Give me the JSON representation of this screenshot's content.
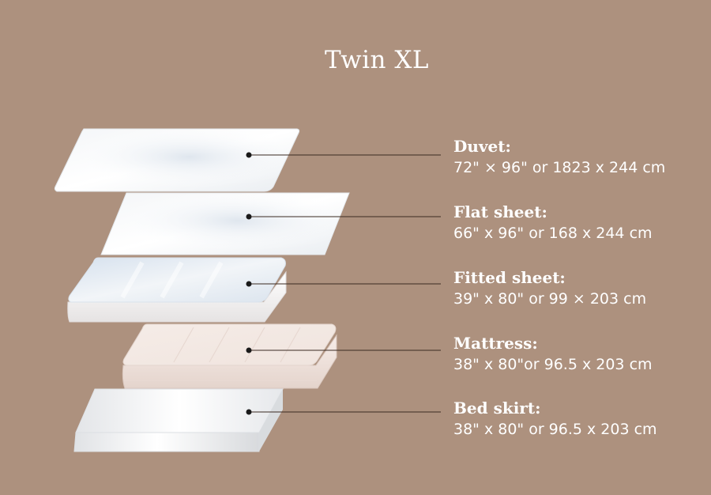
{
  "title": "Twin XL",
  "layers": [
    {
      "name": "Duvet:",
      "dimensions": "72\" × 96\" or 1823 x 244 cm"
    },
    {
      "name": "Flat sheet:",
      "dimensions": "66\" x 96\" or 168 x 244 cm"
    },
    {
      "name": "Fitted sheet:",
      "dimensions": "39\" x 80\" or 99 × 203 cm"
    },
    {
      "name": "Mattress:",
      "dimensions": "38\" x 80\"or 96.5 x 203 cm"
    },
    {
      "name": "Bed skirt:",
      "dimensions": "38\" x 80\" or 96.5 x 203 cm"
    }
  ],
  "colors": {
    "background": "#ad917e",
    "text": "#ffffff",
    "leader_line": "#3a2a22"
  }
}
